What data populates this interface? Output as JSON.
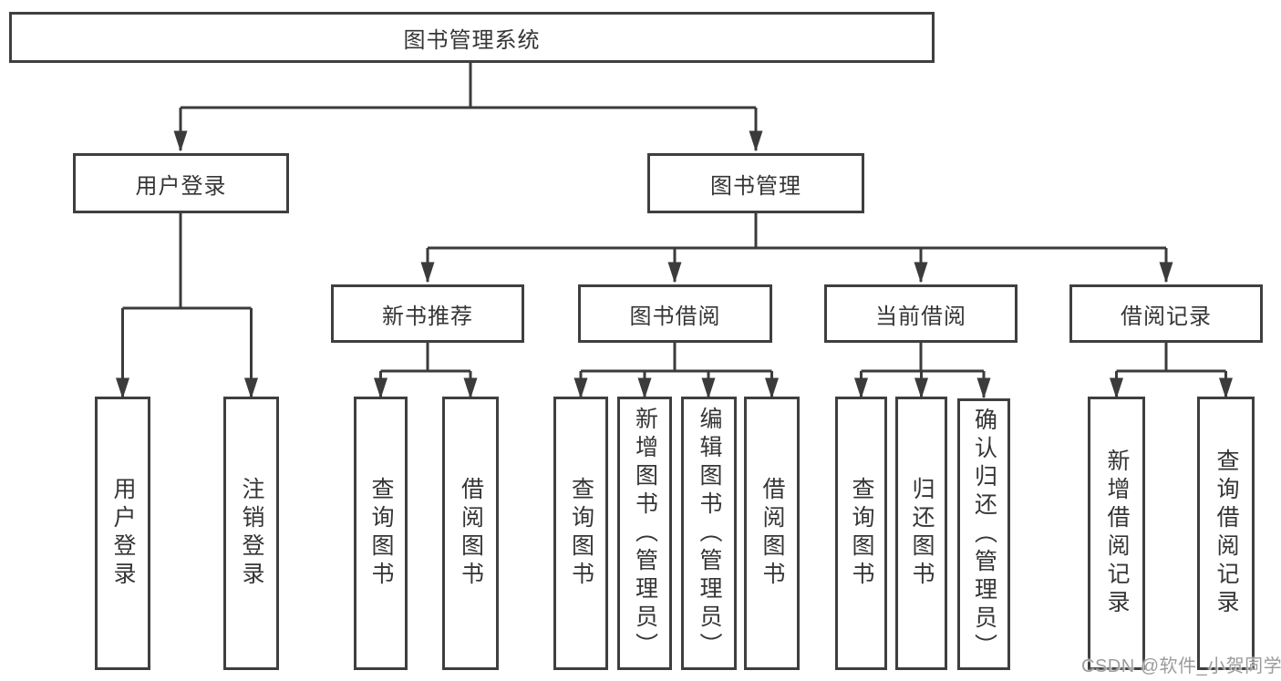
{
  "diagram_title": "图书管理系统",
  "tree": {
    "label": "图书管理系统",
    "children": [
      {
        "label": "用户登录",
        "children": [
          {
            "label": "用户登录"
          },
          {
            "label": "注销登录"
          }
        ]
      },
      {
        "label": "图书管理",
        "children": [
          {
            "label": "新书推荐",
            "children": [
              {
                "label": "查询图书"
              },
              {
                "label": "借阅图书"
              }
            ]
          },
          {
            "label": "图书借阅",
            "children": [
              {
                "label": "查询图书"
              },
              {
                "label": "新增图书（管理员）"
              },
              {
                "label": "编辑图书（管理员）"
              },
              {
                "label": "借阅图书"
              }
            ]
          },
          {
            "label": "当前借阅",
            "children": [
              {
                "label": "查询图书"
              },
              {
                "label": "归还图书"
              },
              {
                "label": "确认归还（管理员）"
              }
            ]
          },
          {
            "label": "借阅记录",
            "children": [
              {
                "label": "新增借阅记录"
              },
              {
                "label": "查询借阅记录"
              }
            ]
          }
        ]
      }
    ]
  },
  "watermark": {
    "text": "CSDN @软件_小贺同学"
  },
  "colors": {
    "background": "#ffffff",
    "box_border": "#3f3f3f",
    "connector_line": "#3b3b3b",
    "label_text": "#353535",
    "watermark_text": "#9c9c9c"
  }
}
